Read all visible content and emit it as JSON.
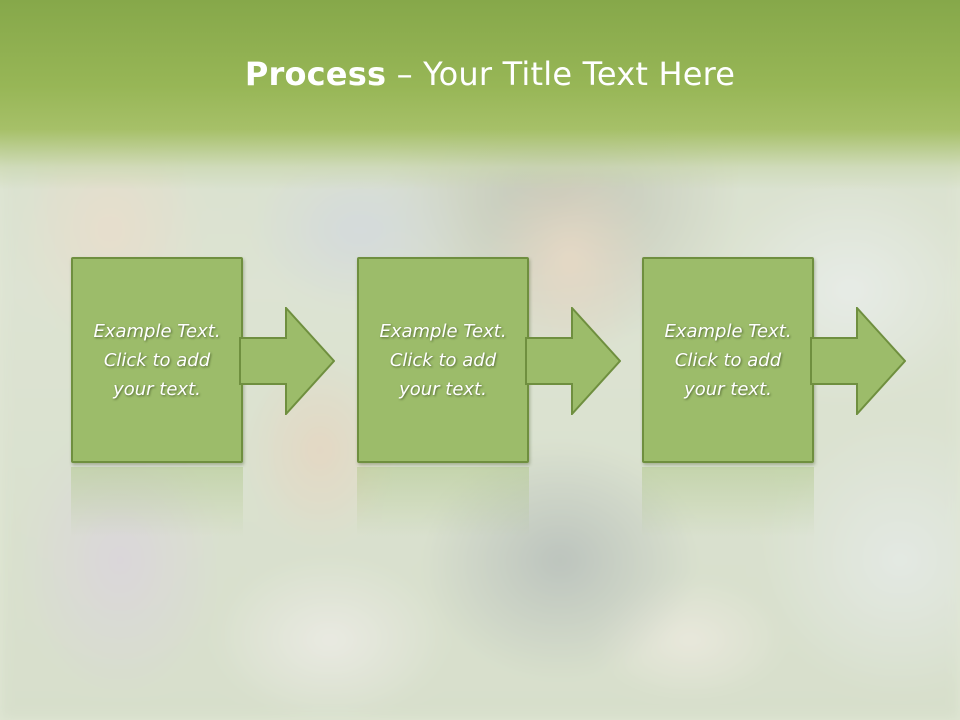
{
  "slide": {
    "title_bold": "Process",
    "title_rest": " – Your Title Text Here",
    "colors": {
      "header": "#93b352",
      "box_fill": "#9cbc6a",
      "box_border": "#6f8f3f",
      "text": "#ffffff"
    }
  },
  "steps": [
    {
      "text": "Example Text.\nClick  to add\nyour text."
    },
    {
      "text": "Example Text.\nClick  to add\nyour text."
    },
    {
      "text": "Example Text.\nClick  to add\nyour text."
    }
  ],
  "icons": {
    "arrow": "right-arrow-icon"
  }
}
